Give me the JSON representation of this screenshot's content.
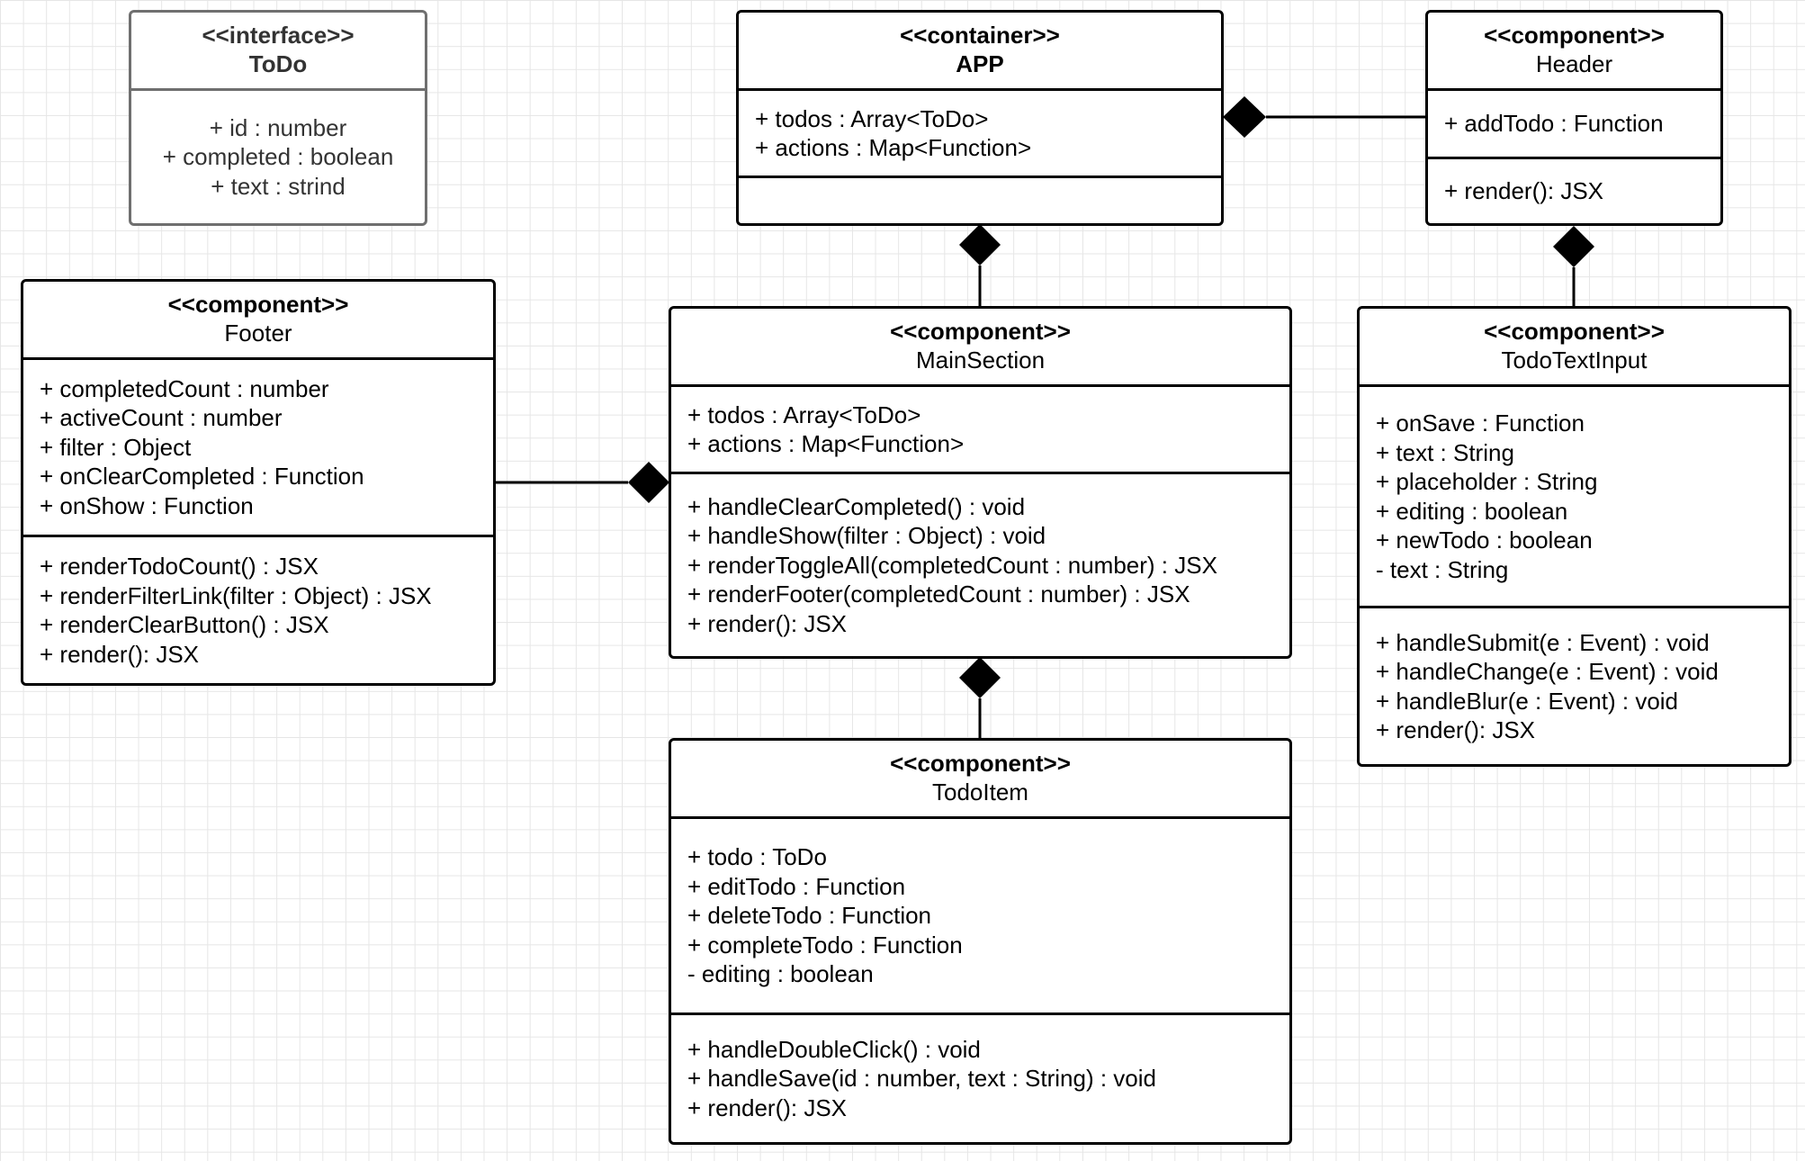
{
  "classes": {
    "todo": {
      "stereotype": "<<interface>>",
      "name": "ToDo",
      "attributes": [
        "+ id : number",
        "+ completed : boolean",
        "+ text : strind"
      ]
    },
    "app": {
      "stereotype": "<<container>>",
      "name": "APP",
      "attributes": [
        "+ todos : Array<ToDo>",
        "+ actions : Map<Function>"
      ],
      "methods": []
    },
    "header": {
      "stereotype": "<<component>>",
      "name": "Header",
      "attributes": [
        "+ addTodo : Function"
      ],
      "methods": [
        "+ render(): JSX"
      ]
    },
    "footer": {
      "stereotype": "<<component>>",
      "name": "Footer",
      "attributes": [
        "+ completedCount : number",
        "+ activeCount : number",
        "+ filter : Object",
        "+ onClearCompleted : Function",
        "+ onShow : Function"
      ],
      "methods": [
        "+ renderTodoCount() : JSX",
        "+ renderFilterLink(filter : Object) : JSX",
        "+ renderClearButton() : JSX",
        "+ render(): JSX"
      ]
    },
    "main_section": {
      "stereotype": "<<component>>",
      "name": "MainSection",
      "attributes": [
        "+ todos : Array<ToDo>",
        "+ actions : Map<Function>"
      ],
      "methods": [
        "+ handleClearCompleted() : void",
        "+ handleShow(filter : Object) : void",
        "+ renderToggleAll(completedCount : number) : JSX",
        "+ renderFooter(completedCount : number) : JSX",
        "+ render(): JSX"
      ]
    },
    "todo_text_input": {
      "stereotype": "<<component>>",
      "name": "TodoTextInput",
      "attributes": [
        "+ onSave : Function",
        "+ text : String",
        "+ placeholder : String",
        "+ editing : boolean",
        "+ newTodo : boolean",
        "- text : String"
      ],
      "methods": [
        "+ handleSubmit(e : Event) : void",
        "+ handleChange(e : Event) : void",
        "+ handleBlur(e : Event) : void",
        "+ render(): JSX"
      ]
    },
    "todo_item": {
      "stereotype": "<<component>>",
      "name": "TodoItem",
      "attributes": [
        "+ todo : ToDo",
        "+ editTodo : Function",
        "+ deleteTodo : Function",
        "+ completeTodo : Function",
        "- editing : boolean"
      ],
      "methods": [
        "+ handleDoubleClick() : void",
        "+ handleSave(id : number, text : String) : void",
        "+ render(): JSX"
      ]
    }
  },
  "relations": [
    {
      "type": "composition",
      "whole": "APP",
      "part": "Header"
    },
    {
      "type": "composition",
      "whole": "APP",
      "part": "MainSection"
    },
    {
      "type": "composition",
      "whole": "Header",
      "part": "TodoTextInput"
    },
    {
      "type": "composition",
      "whole": "MainSection",
      "part": "Footer"
    },
    {
      "type": "composition",
      "whole": "MainSection",
      "part": "TodoItem"
    }
  ]
}
